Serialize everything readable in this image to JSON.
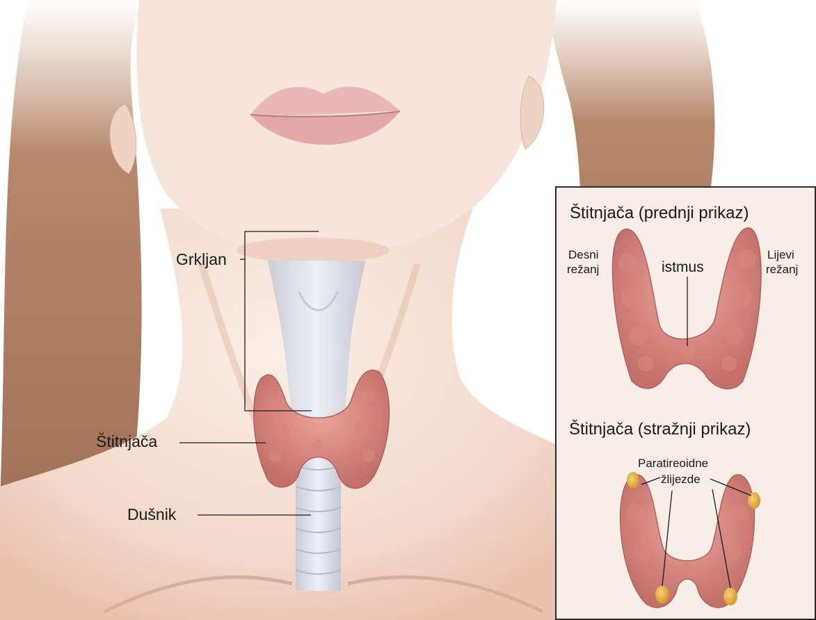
{
  "labels": {
    "grkljan": "Grkljan",
    "stitnjaca": "Štitnjača",
    "dusnik": "Dušnik"
  },
  "inset": {
    "front_title": "Štitnjača (prednji prikaz)",
    "back_title": "Štitnjača (stražnji prikaz)",
    "desni_line1": "Desni",
    "desni_line2": "režanj",
    "lijevi_line1": "Lijevi",
    "lijevi_line2": "režanj",
    "istmus": "istmus",
    "para_line1": "Paratireoidne",
    "para_line2": "žlijezde"
  },
  "colors": {
    "skin": "#f4ddd0",
    "hair": "#a97a5f",
    "thyroid": "#d88882",
    "thyroid_dark": "#b45f5d",
    "trachea": "#d9dde6",
    "parathyroid": "#e3ad3d",
    "inset_bg": "#f7efe7"
  }
}
